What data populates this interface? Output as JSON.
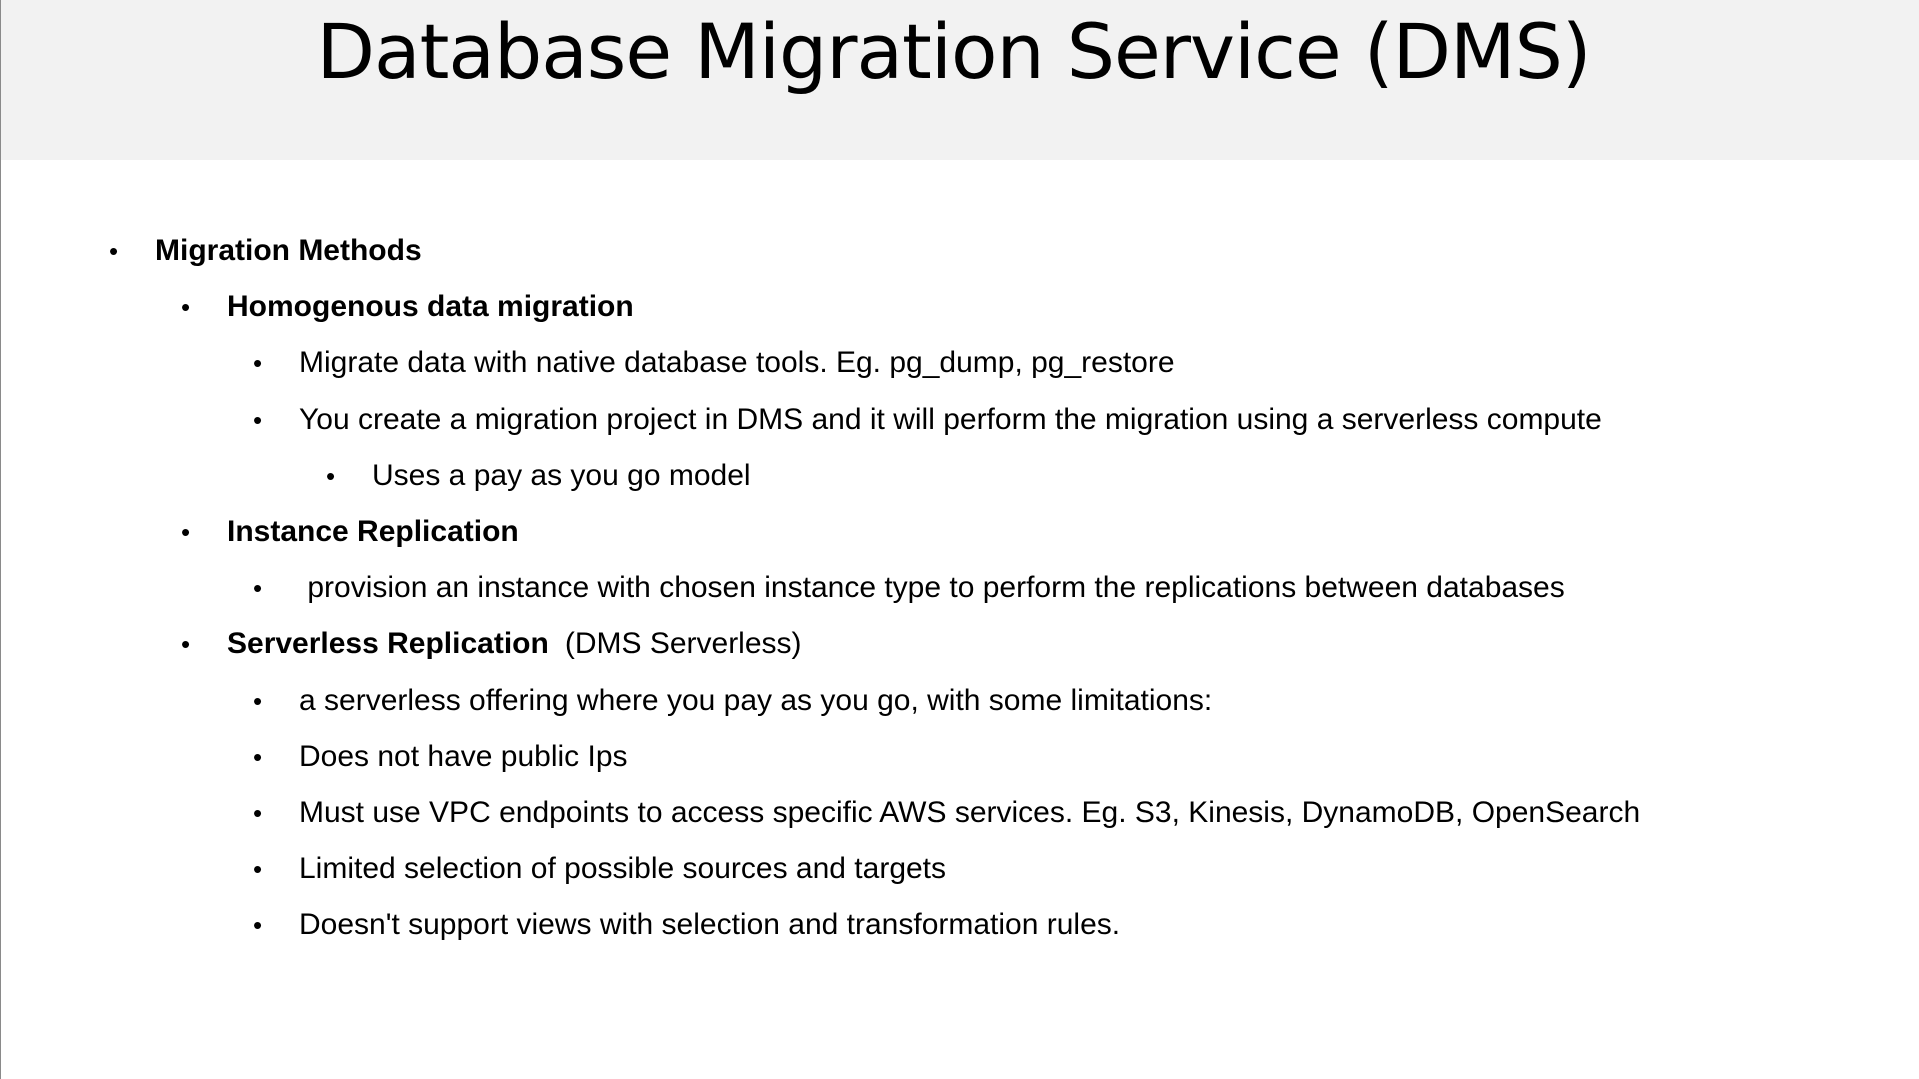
{
  "slide": {
    "title": "Database Migration Service (DMS)",
    "bullet_glyph": "•",
    "items": [
      {
        "text": "Migration Methods"
      },
      {
        "text": "Homogenous data migration"
      },
      {
        "text": "Migrate data with native database tools. Eg. pg_dump, pg_restore"
      },
      {
        "text": "You create a migration project in DMS and it will perform the migration using a serverless compute"
      },
      {
        "text": "Uses a pay as you go model"
      },
      {
        "text": "Instance Replication"
      },
      {
        "text": " provision an instance with chosen instance type to perform the replications between databases"
      },
      {
        "text": "Serverless Replication",
        "suffix": "(DMS Serverless)"
      },
      {
        "text": "a serverless offering where you pay as you go, with some limitations:"
      },
      {
        "text": "Does not have public Ips"
      },
      {
        "text": "Must use VPC endpoints to access specific AWS services. Eg. S3, Kinesis, DynamoDB, OpenSearch"
      },
      {
        "text": "Limited selection of possible sources and targets"
      },
      {
        "text": "Doesn't support views with selection and transformation rules."
      }
    ]
  }
}
